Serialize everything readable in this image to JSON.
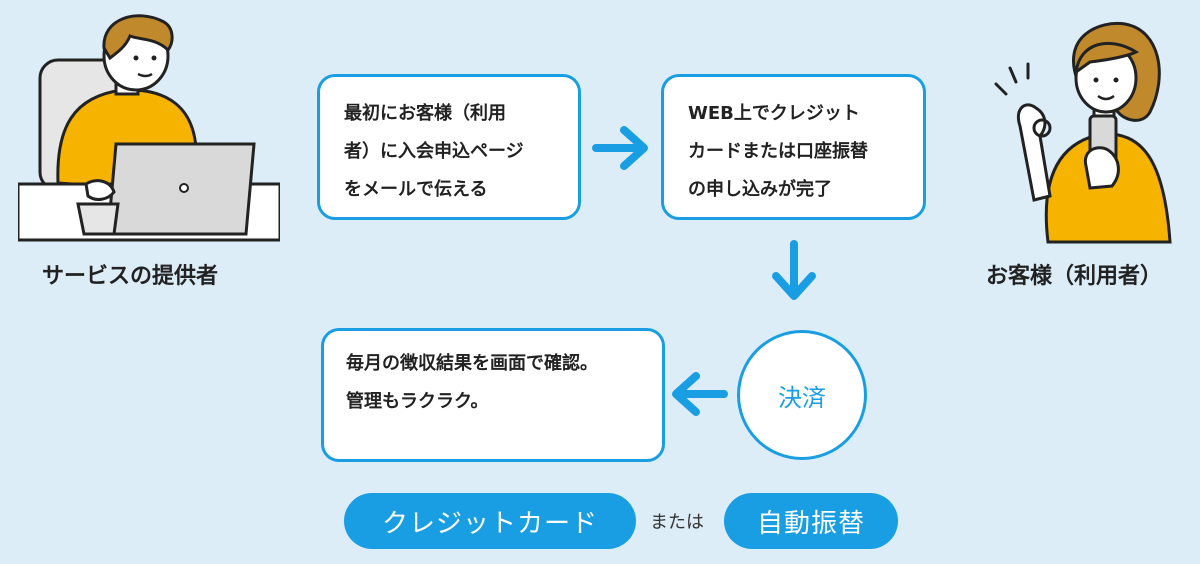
{
  "provider": {
    "label": "サービスの提供者",
    "illustration": "man-at-laptop"
  },
  "customer": {
    "label": "お客様（利用者）",
    "illustration": "woman-ok-gesture-with-phone"
  },
  "steps": {
    "step1": "最初にお客様（利用\n者）に入会申込ページ\nをメールで伝える",
    "step2": "WEB上でクレジット\nカードまたは口座振替\nの申し込みが完了",
    "step3_circle": "決済",
    "step4": "毎月の徴収結果を画面で確認。\n管理もラクラク。"
  },
  "arrows": [
    "arrow-right",
    "arrow-down",
    "arrow-left"
  ],
  "payment_methods": {
    "credit": "クレジットカード",
    "or_text": "または",
    "auto": "自動振替"
  },
  "colors": {
    "background": "#dcedf8",
    "accent": "#1a9ee3",
    "shirt": "#f6b400",
    "hair": "#c08a2c"
  }
}
